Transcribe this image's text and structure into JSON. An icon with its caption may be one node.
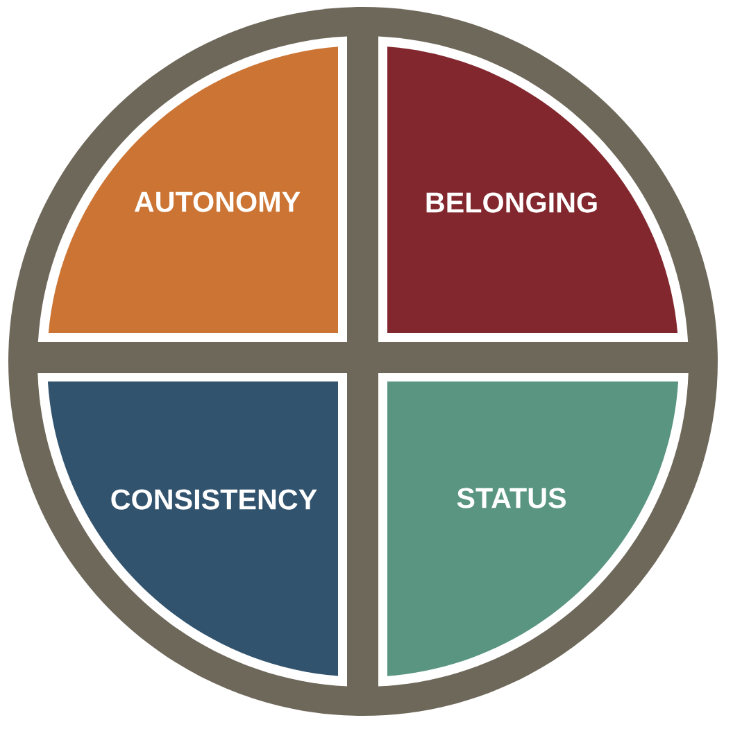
{
  "diagram": {
    "nodes": [
      {
        "text": [],
        "shape": "circle"
      },
      {
        "text": [
          "AUTONOMY"
        ],
        "in": 0
      },
      {
        "text": [
          "BELONGING"
        ],
        "in": 0
      },
      {
        "text": [
          "CONSISTENCY"
        ],
        "in": 0
      },
      {
        "text": [
          "STATUS"
        ],
        "in": 0
      }
    ]
  }
}
